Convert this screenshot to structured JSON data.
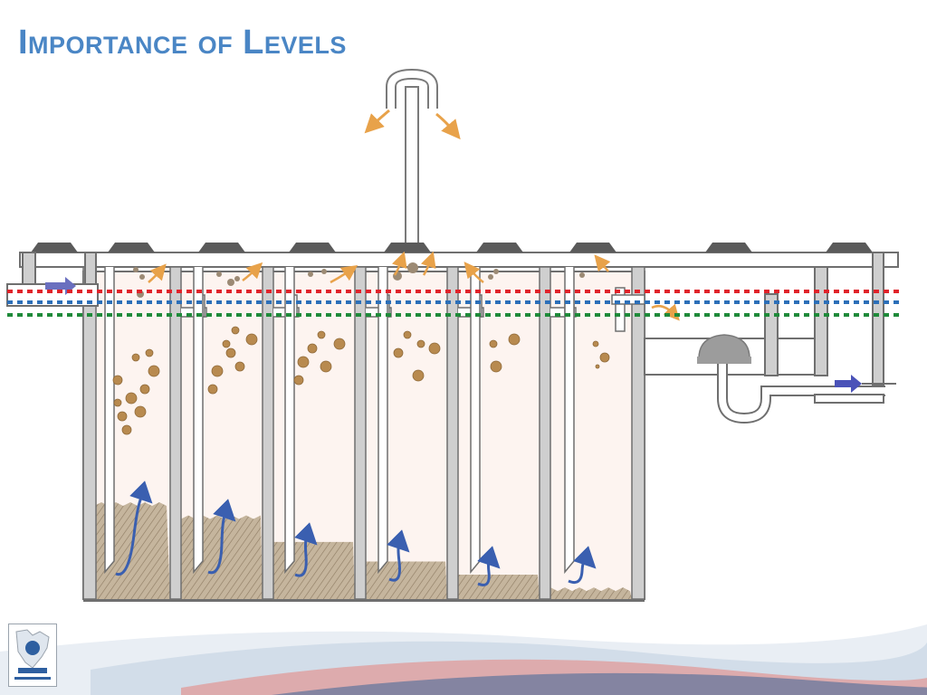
{
  "slide": {
    "title": "Importance of Levels"
  },
  "colors": {
    "title": "#4a86c5",
    "wall": "#cfcfcf",
    "wall_stroke": "#6f6f6f",
    "tank_fill": "#fdf4f0",
    "sludge": "#b9a890",
    "bubble": "#b88a4f",
    "flow_arrow": "#3a5fb0",
    "gas_arrow": "#e8a24a",
    "level_red": "#e0232a",
    "level_blue": "#2c6fb8",
    "level_green": "#1f8a3a",
    "inlet_arrow": "#6a6fbf"
  },
  "chambers": [
    {
      "name": "chamber-1",
      "sludge_level": 0.29
    },
    {
      "name": "chamber-2",
      "sludge_level": 0.25
    },
    {
      "name": "chamber-3",
      "sludge_level": 0.18
    },
    {
      "name": "chamber-4",
      "sludge_level": 0.12
    },
    {
      "name": "chamber-5",
      "sludge_level": 0.08
    },
    {
      "name": "chamber-6",
      "sludge_level": 0.03
    }
  ],
  "levels": [
    "red-dotted-line",
    "blue-dotted-line",
    "green-dotted-line"
  ],
  "icons": [
    "vent-pipe-icon",
    "inlet-arrow-icon",
    "outlet-arrow-icon",
    "upflow-arrow-icon",
    "gas-arrow-icon",
    "logo-icon"
  ]
}
